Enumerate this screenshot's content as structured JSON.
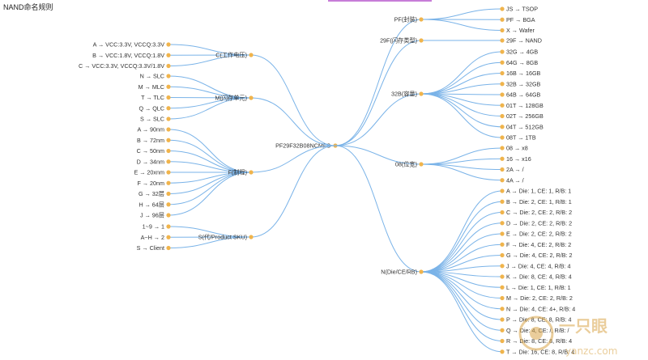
{
  "page": {
    "title": "NAND命名规则"
  },
  "colors": {
    "edge": "#7ab3e8",
    "node": "#f0b44c",
    "text": "#333333",
    "accent_bar": "#c77dd8"
  },
  "mindmap": {
    "root": "PF29F32B08NCMFS",
    "left": [
      {
        "label": "C(工作电压)",
        "children": [
          "A → VCC:3.3V, VCCQ:3.3V",
          "B → VCC:1.8V, VCCQ:1.8V",
          "C → VCC:3.3V, VCCQ:3.3V/1.8V"
        ]
      },
      {
        "label": "M(闪存单元)",
        "children": [
          "N → SLC",
          "M → MLC",
          "T → TLC",
          "Q → QLC",
          "S → SLC"
        ]
      },
      {
        "label": "F(制程)",
        "children": [
          "A → 90nm",
          "B → 72nm",
          "C → 50nm",
          "D → 34nm",
          "E → 20xnm",
          "F → 20nm",
          "G → 32层",
          "H → 64层",
          "J → 96层"
        ]
      },
      {
        "label": "S(代/Product SKU)",
        "children": [
          "1~9 → 1",
          "A~H → 2",
          "S → Client"
        ]
      }
    ],
    "right": [
      {
        "label": "PF(封装)",
        "children": [
          "JS → TSOP",
          "PF → BGA",
          "X → Wafer"
        ]
      },
      {
        "label": "29F(闪存类型)",
        "children": [
          "29F → NAND"
        ]
      },
      {
        "label": "32B(容量)",
        "children": [
          "32G → 4GB",
          "64G → 8GB",
          "16B → 16GB",
          "32B → 32GB",
          "64B → 64GB",
          "01T → 128GB",
          "02T → 256GB",
          "04T → 512GB",
          "08T → 1TB"
        ]
      },
      {
        "label": "08(位宽)",
        "children": [
          "08 → x8",
          "16 → x16",
          "2A → /",
          "4A → /"
        ]
      },
      {
        "label": "N(Die/CE/RB)",
        "children": [
          "A → Die: 1, CE: 1, R/B: 1",
          "B → Die: 2, CE: 1, R/B: 1",
          "C → Die: 2, CE: 2, R/B: 2",
          "D → Die: 2, CE: 2, R/B: 2",
          "E → Die: 2, CE: 2, R/B: 2",
          "F → Die: 4, CE: 2, R/B: 2",
          "G → Die: 4, CE: 2, R/B: 2",
          "J → Die: 4, CE: 4, R/B: 4",
          "K → Die: 8, CE: 4, R/B: 4",
          "L → Die: 1, CE: 1, R/B: 1",
          "M → Die: 2, CE: 2, R/B: 2",
          "N → Die: 4, CE: 4+, R/B: 4",
          "P → Die: 8, CE: 8, R/B: 4",
          "Q → Die: 4, CE: /, R/B: /",
          "R → Die: 8, CE: 8, R/B: 4",
          "T → Die: 16, CE: 8, R/B: 4"
        ]
      }
    ]
  },
  "watermark": {
    "text": "一只眼",
    "url": "yanzc.com"
  }
}
